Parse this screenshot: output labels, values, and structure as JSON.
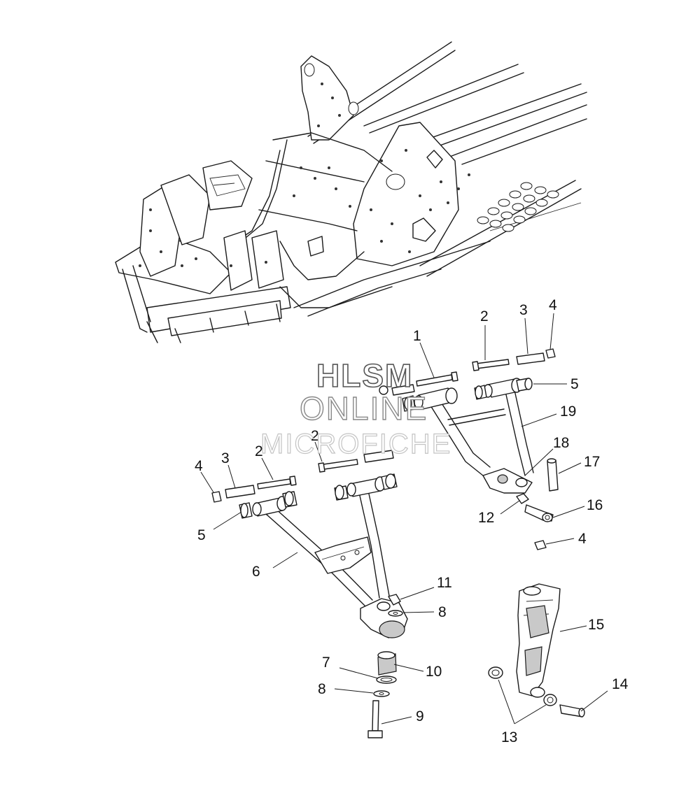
{
  "watermark": {
    "line1": "HLSM",
    "line2": "ONLINE",
    "line3": "MICROFICHE"
  },
  "callouts": [
    {
      "id": "c1",
      "text": "1"
    },
    {
      "id": "c2a",
      "text": "2"
    },
    {
      "id": "c3a",
      "text": "3"
    },
    {
      "id": "c4a",
      "text": "4"
    },
    {
      "id": "c5a",
      "text": "5"
    },
    {
      "id": "c19",
      "text": "19"
    },
    {
      "id": "c2b",
      "text": "2"
    },
    {
      "id": "c2c",
      "text": "2"
    },
    {
      "id": "c3b",
      "text": "3"
    },
    {
      "id": "c4b",
      "text": "4"
    },
    {
      "id": "c18",
      "text": "18"
    },
    {
      "id": "c17",
      "text": "17"
    },
    {
      "id": "c5b",
      "text": "5"
    },
    {
      "id": "c12",
      "text": "12"
    },
    {
      "id": "c16",
      "text": "16"
    },
    {
      "id": "c4c",
      "text": "4"
    },
    {
      "id": "c6",
      "text": "6"
    },
    {
      "id": "c11",
      "text": "11"
    },
    {
      "id": "c8a",
      "text": "8"
    },
    {
      "id": "c15",
      "text": "15"
    },
    {
      "id": "c7",
      "text": "7"
    },
    {
      "id": "c10",
      "text": "10"
    },
    {
      "id": "c8b",
      "text": "8"
    },
    {
      "id": "c14",
      "text": "14"
    },
    {
      "id": "c9",
      "text": "9"
    },
    {
      "id": "c13",
      "text": "13"
    }
  ]
}
